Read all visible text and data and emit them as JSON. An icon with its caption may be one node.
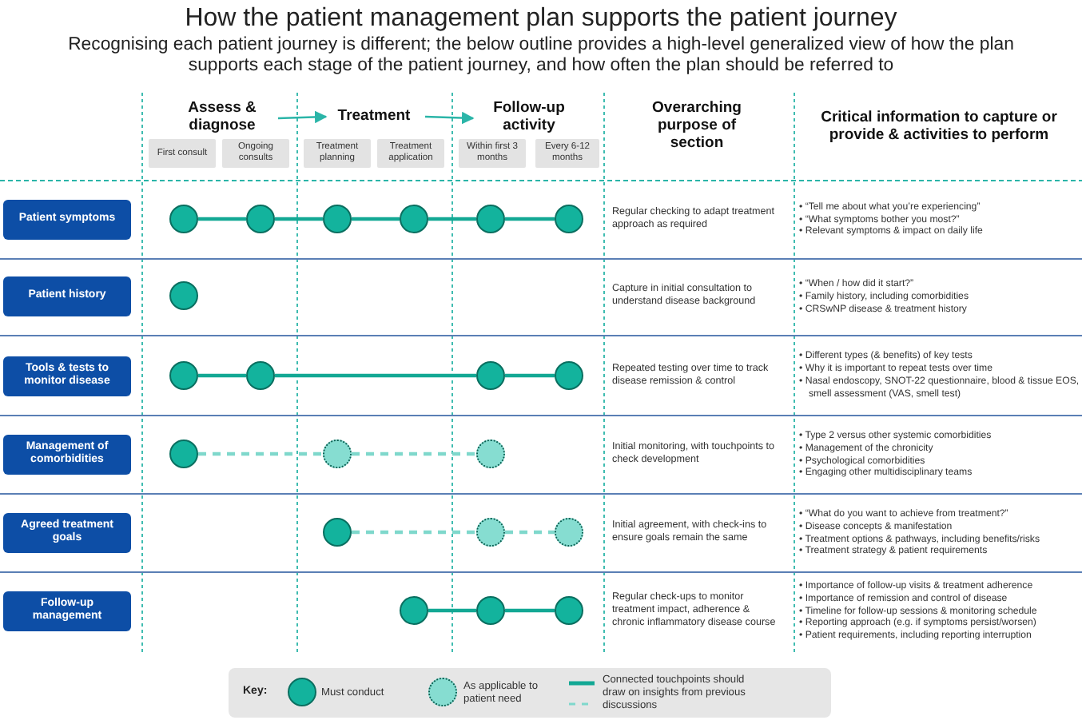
{
  "diagram": {
    "title": "How the patient management plan supports the patient journey",
    "nodes": [
      {
        "text": [
          "Assess & diagnose"
        ]
      },
      {
        "text": [
          "Treatment"
        ]
      },
      {
        "text": [
          "Follow-up activity"
        ]
      },
      {
        "text": [
          "First consult"
        ]
      },
      {
        "text": [
          "Ongoing consults"
        ]
      },
      {
        "text": [
          "Treatment planning"
        ]
      },
      {
        "text": [
          "Treatment application"
        ]
      },
      {
        "text": [
          "Within first 3 months"
        ]
      },
      {
        "text": [
          "Every 6-12 months"
        ]
      },
      {
        "text": [
          "Patient symptoms"
        ]
      },
      {
        "text": [],
        "shape": "circle"
      },
      {
        "text": [],
        "shape": "circle"
      },
      {
        "text": [],
        "shape": "circle"
      },
      {
        "text": [],
        "shape": "circle"
      },
      {
        "text": [],
        "shape": "circle"
      },
      {
        "text": [],
        "shape": "circle"
      },
      {
        "text": [
          "Patient history"
        ]
      },
      {
        "text": [],
        "shape": "circle"
      },
      {
        "text": [
          "Tools & tests to monitor disease"
        ]
      },
      {
        "text": [],
        "shape": "circle"
      },
      {
        "text": [],
        "shape": "circle"
      },
      {
        "text": [],
        "shape": "circle"
      },
      {
        "text": [],
        "shape": "circle"
      },
      {
        "text": [
          "Management of comorbidities"
        ]
      },
      {
        "text": [],
        "shape": "circle"
      },
      {
        "text": [],
        "shape": "circle"
      },
      {
        "text": [],
        "shape": "circle"
      },
      {
        "text": [
          "Agreed treatment goals"
        ]
      },
      {
        "text": [],
        "shape": "circle"
      },
      {
        "text": [],
        "shape": "circle"
      },
      {
        "text": [],
        "shape": "circle"
      },
      {
        "text": [
          "Follow-up management"
        ]
      },
      {
        "text": [],
        "shape": "circle"
      },
      {
        "text": [],
        "shape": "circle"
      },
      {
        "text": [],
        "shape": "circle"
      }
    ],
    "edges": [
      {
        "from": 0,
        "to": 1,
        "arrow": "to"
      },
      {
        "from": 1,
        "to": 2,
        "arrow": "to"
      },
      {
        "from": 10,
        "to": 11,
        "arrow": "none"
      },
      {
        "from": 11,
        "to": 12,
        "arrow": "none"
      },
      {
        "from": 12,
        "to": 13,
        "arrow": "none"
      },
      {
        "from": 13,
        "to": 14,
        "arrow": "none"
      },
      {
        "from": 14,
        "to": 15,
        "arrow": "none"
      },
      {
        "from": 19,
        "to": 20,
        "arrow": "none"
      },
      {
        "from": 20,
        "to": 21,
        "arrow": "none"
      },
      {
        "from": 21,
        "to": 22,
        "arrow": "none"
      },
      {
        "from": 24,
        "to": 25,
        "arrow": "none",
        "style": "dashed",
        "color": "#7fd8cc"
      },
      {
        "from": 25,
        "to": 26,
        "arrow": "none",
        "style": "dashed",
        "color": "#7fd8cc"
      },
      {
        "from": 28,
        "to": 29,
        "arrow": "none",
        "style": "dashed",
        "color": "#7fd8cc"
      },
      {
        "from": 29,
        "to": 30,
        "arrow": "none",
        "style": "dashed",
        "color": "#7fd8cc"
      },
      {
        "from": 32,
        "to": 33,
        "arrow": "none"
      },
      {
        "from": 33,
        "to": 34,
        "arrow": "none"
      }
    ],
    "labels": [
      "Recognising each patient journey is different; the below outline provides a high-level generalized view of how the plan supports each stage of the patient journey, and how often the plan should be referred to",
      "Overarching purpose of section",
      "Critical information to capture or provide & activities to perform",
      "Regular checking to adapt treatment approach as required",
      "• “Tell me about what you’re experiencing”",
      "• “What symptoms bother you most?”",
      "• Relevant symptoms & impact on daily life",
      "Capture in initial consultation to understand disease background",
      "• “When / how did it start?”",
      "• Family history, including comorbidities",
      "• CRSwNP disease & treatment history",
      "Repeated testing over time to track disease remission & control",
      "• Different types (& benefits) of key tests",
      "• Why it is important to repeat tests over time",
      "• Nasal endoscopy, SNOT-22 questionnaire, blood & tissue EOS, smell assessment (VAS, smell test)",
      "Initial monitoring, with touchpoints to check development",
      "• Type 2 versus other systemic comorbidities",
      "• Management of the chronicity",
      "• Psychological comorbidities",
      "• Engaging other multidisciplinary teams",
      "Initial agreement, with check-ins to ensure goals remain the same",
      "• “What do you want to achieve from treatment?”",
      "• Disease concepts & manifestation",
      "• Treatment options & pathways, including benefits/risks",
      "• Treatment strategy & patient requirements",
      "Regular check-ups to monitor treatment impact, adherence & chronic inflammatory disease course",
      "• Importance of follow-up visits & treatment adherence",
      "• Importance of remission and control of disease",
      "• Timeline for follow-up sessions & monitoring schedule",
      "• Reporting approach (e.g. if symptoms persist/worsen)",
      "• Patient requirements, including reporting interruption",
      "Key:"
    ],
    "legend": [
      {
        "text": "Must conduct"
      },
      {
        "text": "As applicable to patient need"
      },
      {
        "text": "Connected touchpoints should draw on insights from previous discussions"
      }
    ]
  }
}
